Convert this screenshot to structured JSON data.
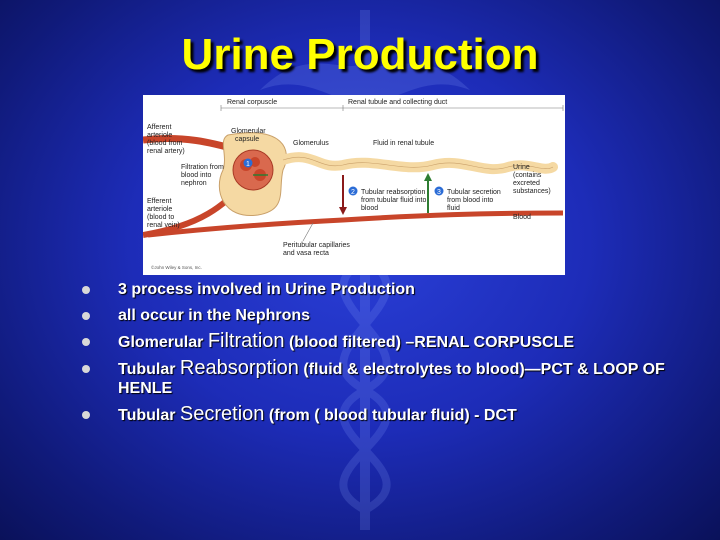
{
  "slide": {
    "title": "Urine Production"
  },
  "diagram": {
    "labels": {
      "renal_corpuscle": "Renal corpuscle",
      "renal_tubule": "Renal tubule and collecting duct",
      "afferent_1": "Afferent",
      "afferent_2": "arteriole",
      "afferent_3": "(blood from",
      "afferent_4": "renal artery)",
      "glomerular_1": "Glomerular",
      "glomerular_2": "capsule",
      "glomerulus": "Glomerulus",
      "fluid": "Fluid in renal tubule",
      "filtration_1": "Filtration from",
      "filtration_2": "blood into",
      "filtration_3": "nephron",
      "efferent_1": "Efferent",
      "efferent_2": "arteriole",
      "efferent_3": "(blood to",
      "efferent_4": "renal vein)",
      "reabs_1": "Tubular reabsorption",
      "reabs_2": "from tubular fluid into",
      "reabs_3": "blood",
      "secr_1": "Tubular secretion",
      "secr_2": "from blood into",
      "secr_3": "fluid",
      "urine_1": "Urine",
      "urine_2": "(contains",
      "urine_3": "excreted",
      "urine_4": "substances)",
      "blood": "Blood",
      "peritubular_1": "Peritubular capillaries",
      "peritubular_2": "and vasa recta",
      "copyright": "©John Wiley & Sons, Inc.",
      "num1": "1",
      "num2": "2",
      "num3": "3"
    }
  },
  "bullets": {
    "b1": "3 process involved in Urine Production",
    "b2": "all occur in the Nephrons",
    "b3_pre": "Glomerular ",
    "b3_big": "Filtration",
    "b3_post": " (blood filtered) –RENAL CORPUSCLE",
    "b4_pre": "Tubular ",
    "b4_big": "Reabsorption",
    "b4_post": " (fluid & electrolytes to blood)—PCT & LOOP OF HENLE",
    "b5_pre": "Tubular ",
    "b5_big": "Secretion",
    "b5_post": " (from ( blood tubular fluid) - DCT"
  },
  "colors": {
    "title": "#ffff00",
    "tubule": "#f5d9a3",
    "vessel": "#c8452a"
  }
}
